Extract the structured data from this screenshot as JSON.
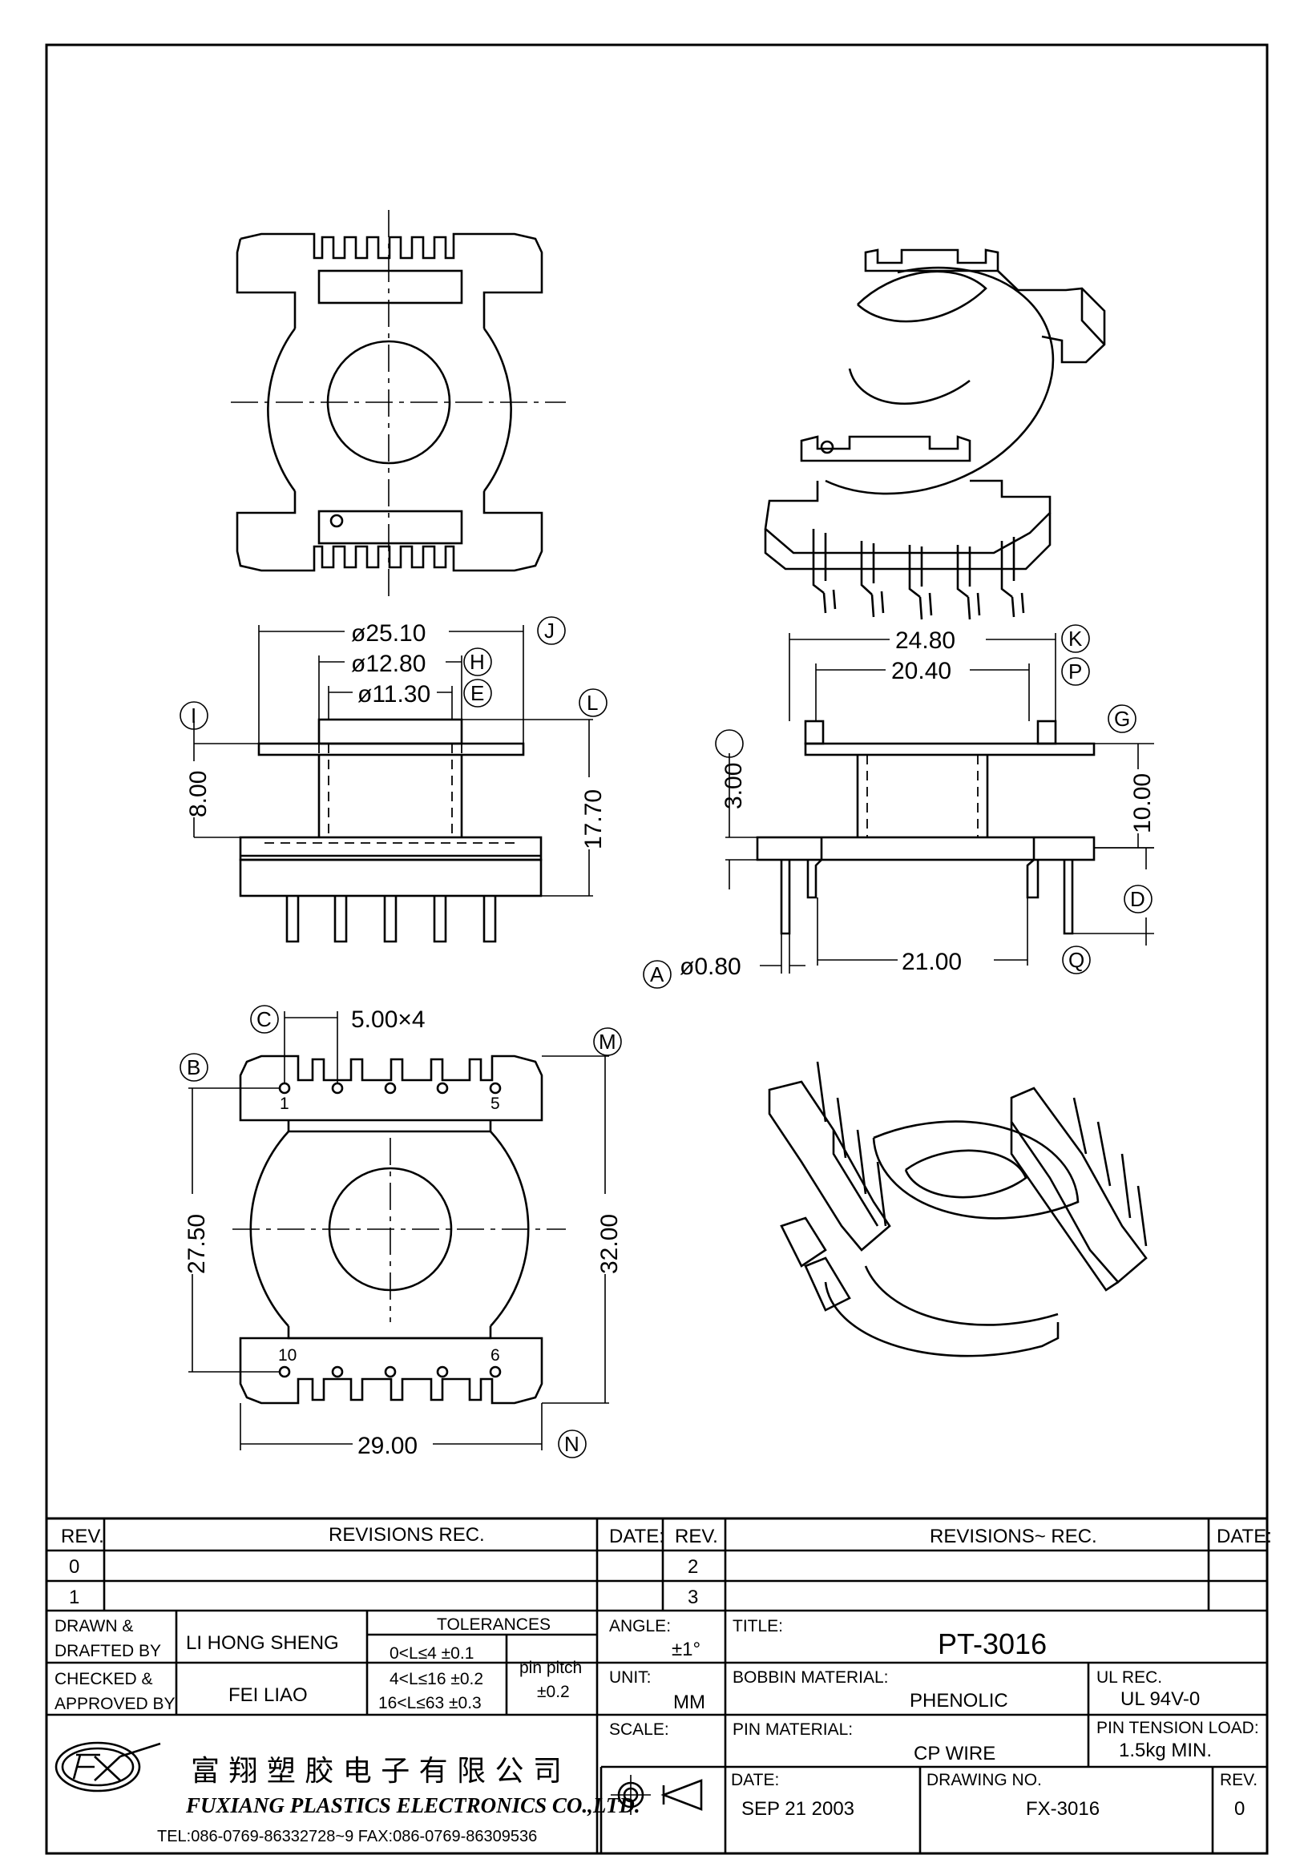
{
  "drawing": {
    "top_view_labels": {},
    "dims": {
      "d1": "ø25.10",
      "d2": "ø12.80",
      "d3": "ø11.30",
      "h_800": "8.00",
      "h_1770": "17.70",
      "w_2480": "24.80",
      "w_2040": "20.40",
      "h_300": "3.00",
      "h_1000": "10.00",
      "pin_dia": "ø0.80",
      "w_2100": "21.00",
      "pitch": "5.00×4",
      "h_2750": "27.50",
      "h_3200": "32.00",
      "w_2900": "29.00"
    },
    "refs": {
      "J": "J",
      "H": "H",
      "E": "E",
      "L": "L",
      "I": "I",
      "K": "K",
      "P": "P",
      "G": "G",
      "D": "D",
      "Q": "Q",
      "A": "A",
      "C": "C",
      "B": "B",
      "M": "M",
      "N": "N"
    },
    "pins": {
      "p1": "1",
      "p5": "5",
      "p10": "10",
      "p6": "6"
    }
  },
  "title_block": {
    "rev_hdr": "REV.",
    "revisions_hdr": "REVISIONS  REC.",
    "date_hdr": "DATE:",
    "rev_hdr2": "REV.",
    "revisions_hdr2": "REVISIONS~ REC.",
    "date_hdr2": "DATE:",
    "rev0": "0",
    "rev1": "1",
    "rev2": "2",
    "rev3": "3",
    "drawn_l1": "DRAWN  &",
    "drawn_l2": "DRAFTED BY",
    "drawn_name": "LI HONG SHENG",
    "checked_l1": "CHECKED &",
    "checked_l2": "APPROVED BY",
    "checked_name": "FEI LIAO",
    "tol_hdr": "TOLERANCES",
    "tol1": "0<L≤4    ±0.1",
    "tol2": "4<L≤16  ±0.2",
    "tol3": "16<L≤63 ±0.3",
    "pitch_l1": "pin pitch",
    "pitch_l2": "±0.2",
    "angle_lbl": "ANGLE:",
    "angle_val": "±1°",
    "unit_lbl": "UNIT:",
    "unit_val": "MM",
    "scale_lbl": "SCALE:",
    "title_lbl": "TITLE:",
    "title_val": "PT-3016",
    "bobbin_lbl": "BOBBIN MATERIAL:",
    "bobbin_val": "PHENOLIC",
    "ul_lbl": "UL REC.",
    "ul_val": "UL 94V-0",
    "pin_lbl": "PIN MATERIAL:",
    "pin_val": "CP WIRE",
    "tension_lbl": "PIN TENSION LOAD:",
    "tension_val": "1.5kg MIN.",
    "date_lbl": "DATE:",
    "date_val": "SEP 21 2003",
    "dwg_lbl": "DRAWING NO.",
    "dwg_val": "FX-3016",
    "rev_lbl": "REV.",
    "rev_val": "0",
    "company_cn": "富 翔 塑 胶 电 子 有 限 公 司",
    "company_en": "FUXIANG PLASTICS ELECTRONICS CO.,LTD.",
    "contact": "TEL:086-0769-86332728~9 FAX:086-0769-86309536"
  }
}
